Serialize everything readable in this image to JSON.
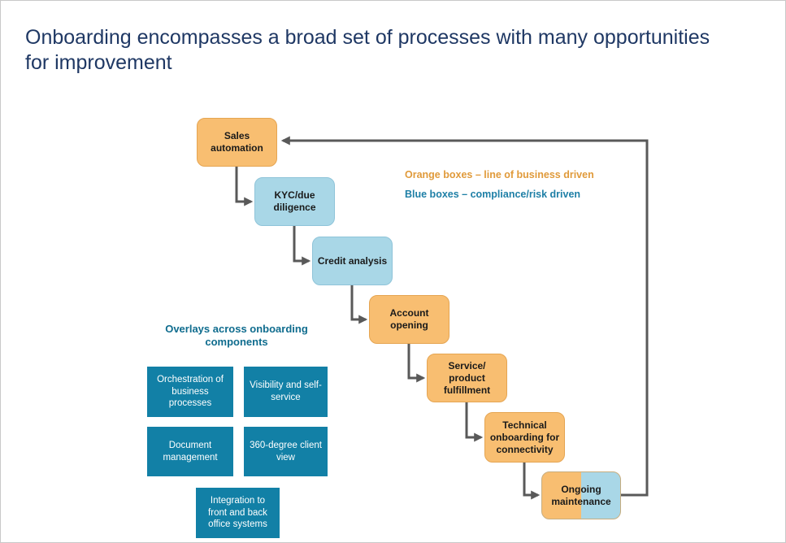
{
  "title": "Onboarding encompasses a broad set of processes with many opportunities for improvement",
  "legend": {
    "orange": "Orange boxes – line of business driven",
    "blue": "Blue boxes – compliance/risk driven"
  },
  "flow": {
    "steps": [
      {
        "label": "Sales automation",
        "type": "orange"
      },
      {
        "label": "KYC/due diligence",
        "type": "blue"
      },
      {
        "label": "Credit analysis",
        "type": "blue"
      },
      {
        "label": "Account opening",
        "type": "orange"
      },
      {
        "label": "Service/ product fulfillment",
        "type": "orange"
      },
      {
        "label": "Technical onboarding for connectivity",
        "type": "orange"
      },
      {
        "label": "Ongoing maintenance",
        "type": "split"
      }
    ]
  },
  "overlays": {
    "heading": "Overlays across onboarding components",
    "boxes": [
      "Orchestration of business processes",
      "Visibility and self-service",
      "Document management",
      "360-degree client view",
      "Integration to front and back office systems"
    ]
  },
  "colors": {
    "orange_box": "#F8BE71",
    "blue_box": "#A9D7E7",
    "teal_box": "#1280A6",
    "title_text": "#1F3864",
    "legend_orange_text": "#E09A3A",
    "legend_blue_text": "#1E7FA6",
    "arrow": "#595959"
  }
}
